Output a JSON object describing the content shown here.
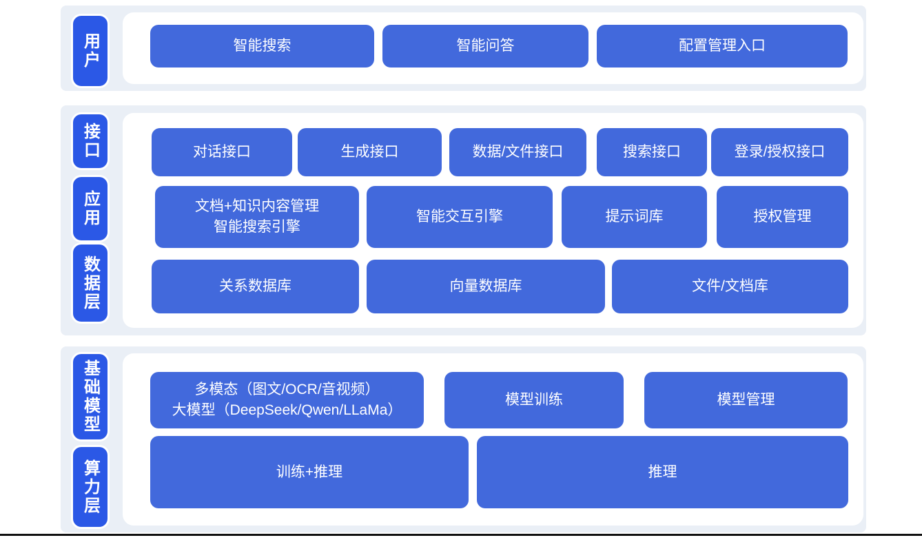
{
  "colors": {
    "band_background": "#eaeff6",
    "panel_background": "#ffffff",
    "layer_chip_blue": "#2b58e6",
    "node_blue": "#4269dc",
    "text_white": "#ffffff"
  },
  "bands": [
    {
      "labels": [
        {
          "text": "用户"
        }
      ],
      "rows": [
        {
          "buttons": [
            {
              "label": "智能搜索"
            },
            {
              "label": "智能问答"
            },
            {
              "label": "配置管理入口"
            }
          ]
        }
      ]
    },
    {
      "labels": [
        {
          "text": "接口"
        },
        {
          "text": "应用"
        },
        {
          "text": "数据层"
        }
      ],
      "rows": [
        {
          "buttons": [
            {
              "label": "对话接口"
            },
            {
              "label": "生成接口"
            },
            {
              "label": "数据/文件接口"
            },
            {
              "label": "搜索接口"
            },
            {
              "label": "登录/授权接口"
            }
          ]
        },
        {
          "buttons": [
            {
              "label": "文档+知识内容管理",
              "label2": "智能搜索引擎"
            },
            {
              "label": "智能交互引擎"
            },
            {
              "label": "提示词库"
            },
            {
              "label": "授权管理"
            }
          ]
        },
        {
          "buttons": [
            {
              "label": "关系数据库"
            },
            {
              "label": "向量数据库"
            },
            {
              "label": "文件/文档库"
            }
          ]
        }
      ]
    },
    {
      "labels": [
        {
          "text": "基础模型"
        },
        {
          "text": "算力层"
        }
      ],
      "rows": [
        {
          "buttons": [
            {
              "label": "多模态（图文/OCR/音视频）",
              "label2": "大模型（DeepSeek/Qwen/LLaMa）"
            },
            {
              "label": "模型训练"
            },
            {
              "label": "模型管理"
            }
          ]
        },
        {
          "buttons": [
            {
              "label": "训练+推理"
            },
            {
              "label": "推理"
            }
          ]
        }
      ]
    }
  ]
}
